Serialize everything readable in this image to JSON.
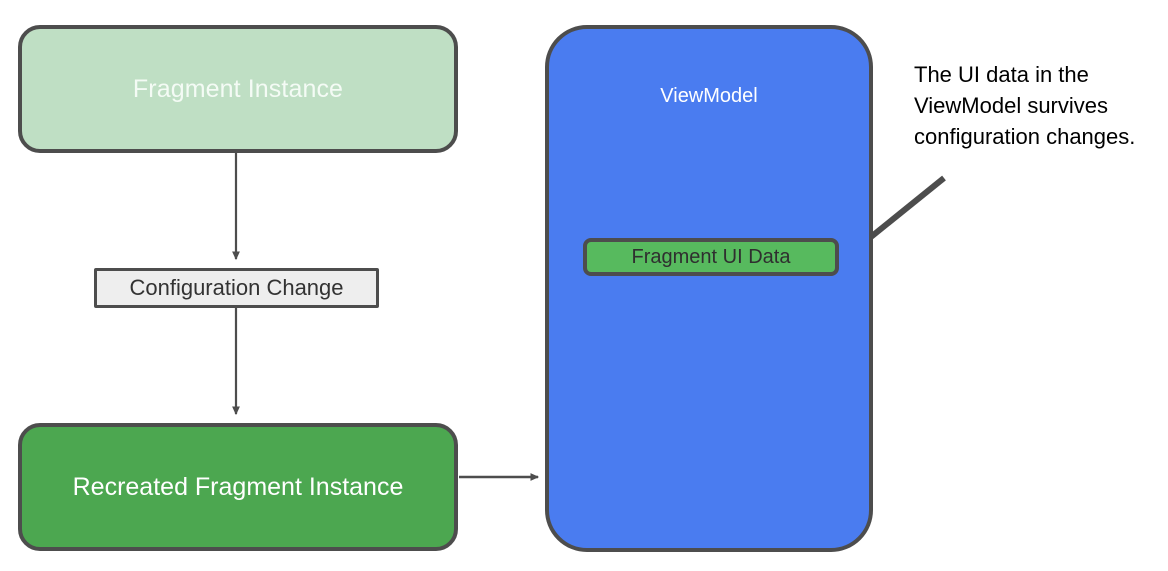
{
  "diagram": {
    "title_hidden": "",
    "background_color": "#ffffff",
    "nodes": {
      "fragment_instance": {
        "label": "Fragment Instance",
        "fill": "#bfdfc4",
        "text_color": "#f4fbf5",
        "border_color": "#4d4d4d"
      },
      "configuration_change": {
        "label": "Configuration Change",
        "fill": "#eeeeee",
        "text_color": "#333333",
        "border_color": "#4d4d4d"
      },
      "recreated_fragment_instance": {
        "label": "Recreated Fragment Instance",
        "fill": "#4ca750",
        "text_color": "#ffffff",
        "border_color": "#4d4d4d"
      },
      "viewmodel": {
        "label": "ViewModel",
        "fill": "#4a7cf0",
        "text_color": "#ffffff",
        "border_color": "#4d4d4d"
      },
      "fragment_ui_data": {
        "label": "Fragment UI Data",
        "fill": "#57ba5e",
        "text_color": "#2f2f2f",
        "border_color": "#4d4d4d"
      }
    },
    "annotation": {
      "lines": [
        "The UI data in the",
        "ViewModel survives",
        "configuration changes."
      ],
      "full_text": "The UI data in the ViewModel survives configuration changes.",
      "text_color": "#000000"
    },
    "edges": [
      {
        "name": "fragment-instance-to-configuration-change",
        "from": "fragment_instance",
        "to": "configuration_change",
        "style": "solid-arrow",
        "color": "#4d4d4d"
      },
      {
        "name": "configuration-change-to-recreated-fragment",
        "from": "configuration_change",
        "to": "recreated_fragment_instance",
        "style": "solid-arrow",
        "color": "#4d4d4d"
      },
      {
        "name": "recreated-fragment-to-viewmodel",
        "from": "recreated_fragment_instance",
        "to": "viewmodel",
        "style": "solid-arrow",
        "color": "#4d4d4d"
      },
      {
        "name": "annotation-to-fragment-ui-data",
        "from": "annotation",
        "to": "fragment_ui_data",
        "style": "thick-solid-arrow",
        "color": "#4d4d4d"
      }
    ]
  }
}
